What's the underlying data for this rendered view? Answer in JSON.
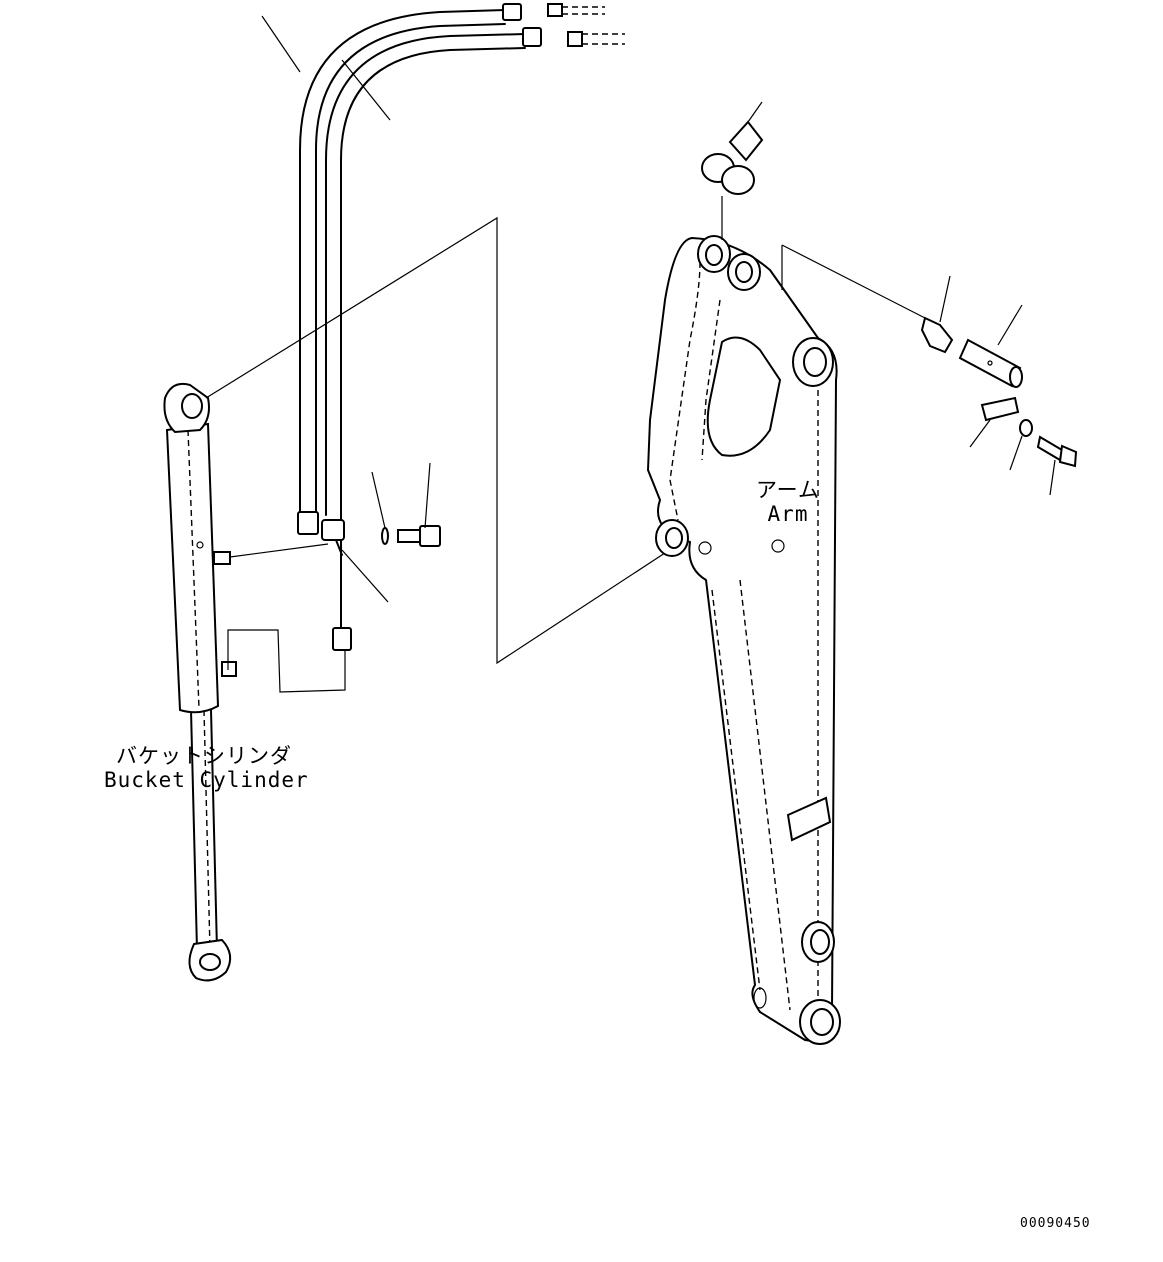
{
  "labels": {
    "bucket_cylinder_jp": "バケットシリンダ",
    "bucket_cylinder_en": "Bucket Cylinder",
    "arm_jp": "アーム",
    "arm_en": "Arm"
  },
  "figure_code": "00090450"
}
